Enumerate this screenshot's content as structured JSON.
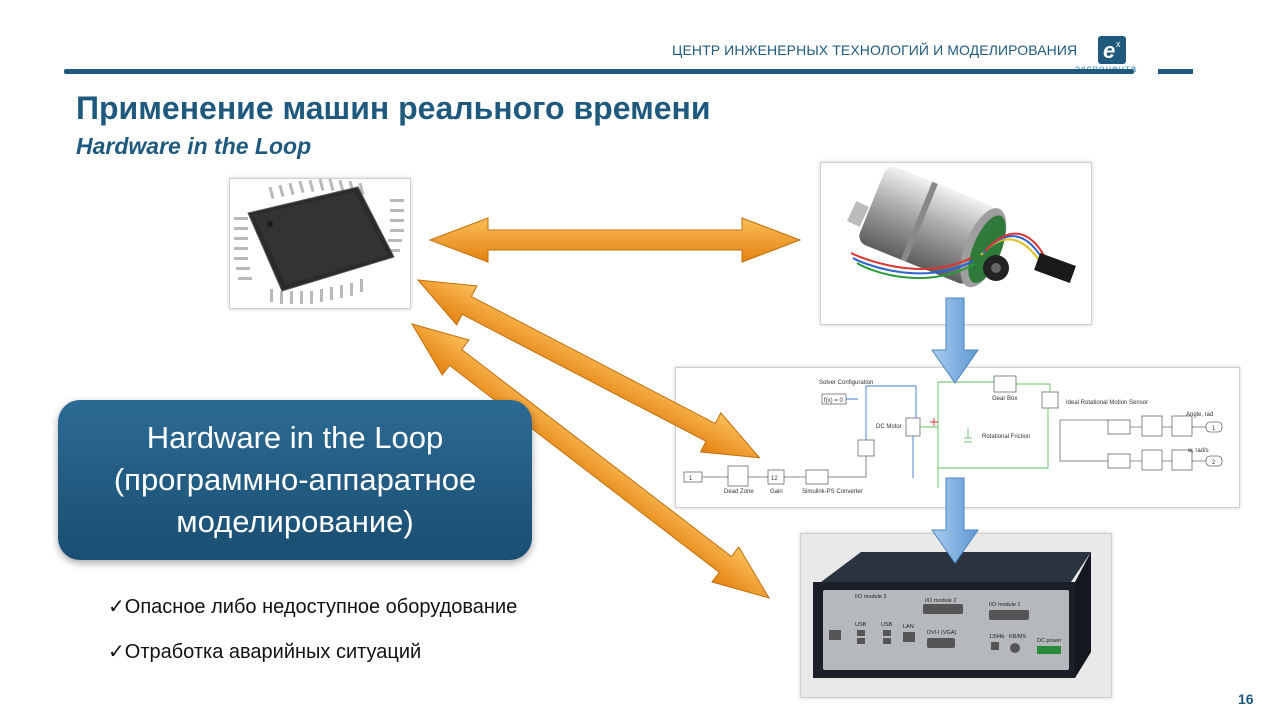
{
  "header": {
    "org_text": "ЦЕНТР ИНЖЕНЕРНЫХ ТЕХНОЛОГИЙ И МОДЕЛИРОВАНИЯ",
    "logo_text": "экспонента"
  },
  "title": "Применение машин реального времени",
  "subtitle": "Hardware in the Loop",
  "callout": {
    "line1": "Hardware in the Loop",
    "line2": "(программно-аппаратное",
    "line3": "моделирование)"
  },
  "bullets": [
    "✓Опасное либо недоступное оборудование",
    "✓Отработка аварийных ситуаций"
  ],
  "page_number": "16",
  "simulink": {
    "solver_config": "Solver Configuration",
    "fx": "f(x) = 0",
    "dc_motor": "DC Motor",
    "gear_box": "Gear Box",
    "ideal_rot_sensor": "Ideal Rotational Motion Sensor",
    "rot_friction": "Rotational Friction",
    "dead_zone": "Dead Zone",
    "gain": "Gain",
    "gain_val": "12",
    "sps_conv": "Simulink-PS Converter",
    "angle_out": "Angle, rad",
    "w_out": "w, rad/s",
    "in_port": "1",
    "out1": "1",
    "out2": "2"
  },
  "io_box": {
    "io3": "I/O module 3",
    "io2": "I/O module 2",
    "io1": "I/O module 1",
    "usb1": "USB",
    "usb2": "USB",
    "lan": "LAN",
    "dvi": "DVI-I (VGA)",
    "fw": "1394b",
    "kb": "KB/MS",
    "dc": "DC power"
  },
  "colors": {
    "brand": "#1f5a7e",
    "arrow_orange": "#f29a1e",
    "arrow_blue": "#7fb2e0"
  }
}
